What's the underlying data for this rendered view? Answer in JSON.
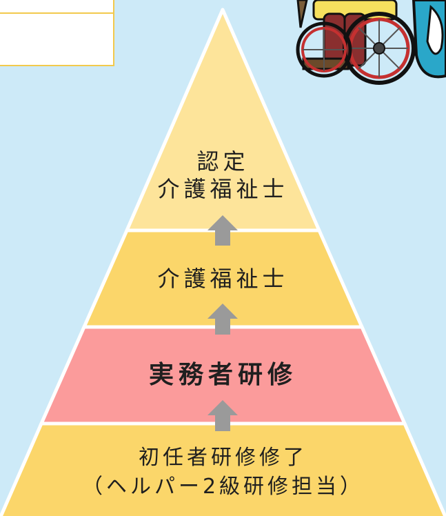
{
  "pyramid": {
    "tiers": [
      {
        "lines": [
          "認定",
          "介護福祉士"
        ]
      },
      {
        "lines": [
          "介護福祉士"
        ]
      },
      {
        "lines": [
          "実務者研修"
        ]
      },
      {
        "lines": [
          "初任者研修修了",
          "（ヘルパー2級研修担当）"
        ]
      }
    ]
  },
  "colors": {
    "background": "#cdeaf8",
    "tier_top": "#fde49a",
    "tier_mid": "#fbd66a",
    "tier_highlight": "#fb9b9b",
    "tier_bottom": "#fbd66a",
    "outline": "#ffffff",
    "arrow": "#9a9a9a",
    "text": "#1f1f1f"
  },
  "icons": {
    "up_arrow": "up-arrow-icon",
    "illustration": "wheelchair-person-illustration"
  }
}
